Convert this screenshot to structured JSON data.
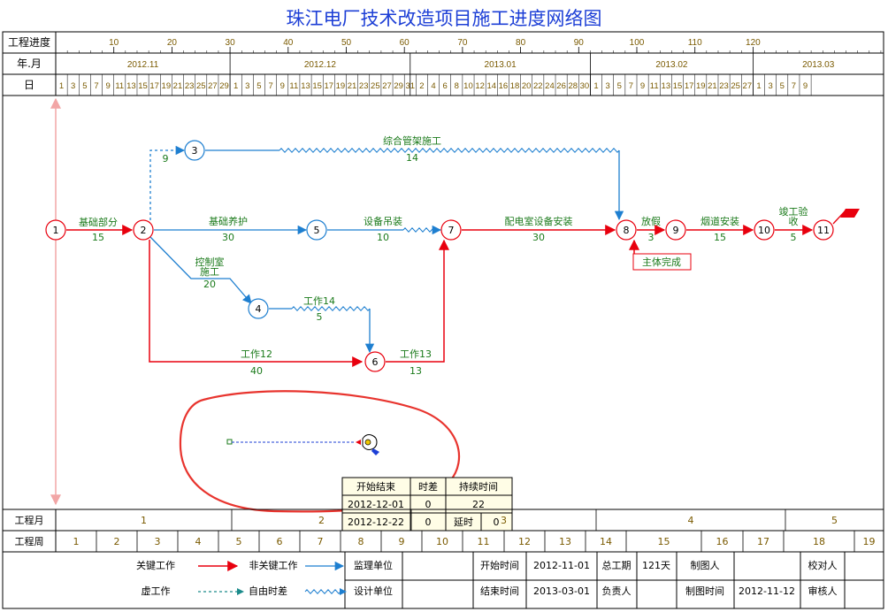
{
  "title": "珠江电厂技术改造项目施工进度网络图",
  "header": {
    "row_progress_label": "工程进度",
    "row_month_label": "年.月",
    "row_day_label": "日",
    "progress_ticks": [
      {
        "day": 10,
        "label": "10"
      },
      {
        "day": 20,
        "label": "20"
      },
      {
        "day": 30,
        "label": "30"
      },
      {
        "day": 40,
        "label": "40"
      },
      {
        "day": 50,
        "label": "50"
      },
      {
        "day": 60,
        "label": "60"
      },
      {
        "day": 70,
        "label": "70"
      },
      {
        "day": 80,
        "label": "80"
      },
      {
        "day": 90,
        "label": "90"
      },
      {
        "day": 100,
        "label": "100"
      },
      {
        "day": 110,
        "label": "110"
      },
      {
        "day": 120,
        "label": "120"
      }
    ],
    "months": [
      "2012.11",
      "2012.12",
      "2013.01",
      "2013.02",
      "2013.03"
    ],
    "days": {
      "2012.11": [
        "1",
        "3",
        "5",
        "7",
        "9",
        "11",
        "13",
        "15",
        "17",
        "19",
        "21",
        "23",
        "25",
        "27",
        "29"
      ],
      "2012.12": [
        "1",
        "3",
        "5",
        "7",
        "9",
        "11",
        "13",
        "15",
        "17",
        "19",
        "21",
        "23",
        "25",
        "27",
        "29",
        "31"
      ],
      "2013.01": [
        "2",
        "4",
        "6",
        "8",
        "10",
        "12",
        "14",
        "16",
        "18",
        "20",
        "22",
        "24",
        "26",
        "28",
        "30"
      ],
      "2013.02": [
        "1",
        "3",
        "5",
        "7",
        "9",
        "11",
        "13",
        "15",
        "17",
        "19",
        "21",
        "23",
        "25",
        "27"
      ],
      "2013.03": [
        "1",
        "3",
        "5",
        "7",
        "9"
      ]
    }
  },
  "nodes": [
    {
      "id": 1,
      "label": "1",
      "critical": true
    },
    {
      "id": 2,
      "label": "2",
      "critical": true
    },
    {
      "id": 3,
      "label": "3",
      "critical": false
    },
    {
      "id": 4,
      "label": "4",
      "critical": false
    },
    {
      "id": 5,
      "label": "5",
      "critical": false
    },
    {
      "id": 6,
      "label": "6",
      "critical": true
    },
    {
      "id": 7,
      "label": "7",
      "critical": true
    },
    {
      "id": 8,
      "label": "8",
      "critical": true
    },
    {
      "id": 9,
      "label": "9",
      "critical": true
    },
    {
      "id": 10,
      "label": "10",
      "critical": true
    },
    {
      "id": 11,
      "label": "11",
      "critical": true
    }
  ],
  "activities": [
    {
      "from": 1,
      "to": 2,
      "name": "基础部分",
      "duration": "15",
      "type": "critical"
    },
    {
      "from": 2,
      "to": 3,
      "name": "",
      "duration": "9",
      "type": "dummy"
    },
    {
      "from": 3,
      "to": 8,
      "name": "综合管架施工",
      "duration": "14",
      "type": "noncritical"
    },
    {
      "from": 2,
      "to": 5,
      "name": "基础养护",
      "duration": "30",
      "type": "noncritical"
    },
    {
      "from": 5,
      "to": 7,
      "name": "设备吊装",
      "duration": "10",
      "type": "noncritical"
    },
    {
      "from": 2,
      "to": 4,
      "name": "控制室施工",
      "name_lines": [
        "控制室",
        "施工"
      ],
      "duration": "20",
      "type": "noncritical"
    },
    {
      "from": 4,
      "to": 6,
      "name": "工作14",
      "duration": "5",
      "type": "noncritical"
    },
    {
      "from": 2,
      "to": 6,
      "name": "工作12",
      "duration": "40",
      "type": "critical"
    },
    {
      "from": 6,
      "to": 7,
      "name": "工作13",
      "duration": "13",
      "type": "critical"
    },
    {
      "from": 7,
      "to": 8,
      "name": "配电室设备安装",
      "duration": "30",
      "type": "critical"
    },
    {
      "from": 8,
      "to": 9,
      "name": "放假",
      "duration": "3",
      "type": "critical"
    },
    {
      "from": 9,
      "to": 10,
      "name": "烟道安装",
      "duration": "15",
      "type": "critical"
    },
    {
      "from": 10,
      "to": 11,
      "name": "竣工验收",
      "name_lines": [
        "竣工验",
        "收"
      ],
      "duration": "5",
      "type": "critical"
    }
  ],
  "milestone": {
    "label": "主体完成",
    "at_node": 8
  },
  "info_box": {
    "headers": [
      "开始结束",
      "时差",
      "持续时间"
    ],
    "start": "2012-12-01",
    "end": "2012-12-22",
    "float_start": "0",
    "float_end": "0",
    "duration": "22",
    "delay_label": "延时",
    "delay": "0"
  },
  "footer": {
    "project_month_label": "工程月",
    "project_week_label": "工程周",
    "project_months": [
      "1",
      "2",
      "3",
      "4",
      "5"
    ],
    "project_weeks": [
      "1",
      "2",
      "3",
      "4",
      "5",
      "6",
      "7",
      "8",
      "9",
      "10",
      "11",
      "12",
      "13",
      "14",
      "15",
      "16",
      "17",
      "18",
      "19"
    ]
  },
  "legend": {
    "critical": "关键工作",
    "noncritical": "非关键工作",
    "dummy": "虚工作",
    "free_float": "自由时差",
    "supervisor": "监理单位",
    "designer": "设计单位",
    "start_time_label": "开始时间",
    "start_time": "2012-11-01",
    "end_time_label": "结束时间",
    "end_time": "2013-03-01",
    "total_duration_label": "总工期",
    "total_duration": "121天",
    "owner_label": "负责人",
    "drafter_label": "制图人",
    "draw_time_label": "制图时间",
    "draw_time": "2012-11-12",
    "checker_label": "校对人",
    "reviewer_label": "审核人"
  },
  "colors": {
    "critical": "#e8000e",
    "noncritical": "#1e7fd0",
    "label_text": "#1a7a1a",
    "grid": "#000000",
    "header_text": "#7a5a00",
    "annotation": "#e8342e",
    "title": "#1d3fd6"
  }
}
